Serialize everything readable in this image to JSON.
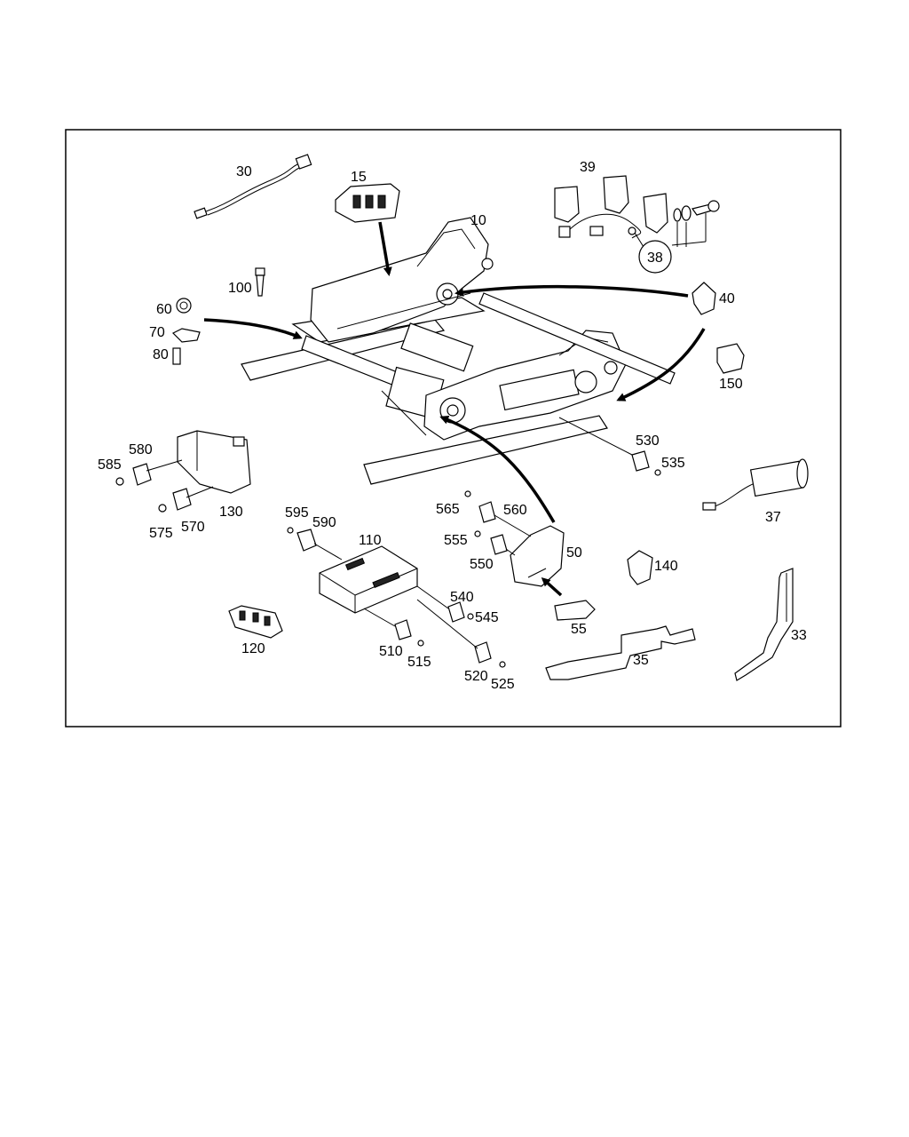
{
  "diagram": {
    "callouts": {
      "c10": "10",
      "c15": "15",
      "c30": "30",
      "c33": "33",
      "c35": "35",
      "c37": "37",
      "c38": "38",
      "c39": "39",
      "c40": "40",
      "c50": "50",
      "c55": "55",
      "c60": "60",
      "c70": "70",
      "c80": "80",
      "c100": "100",
      "c110": "110",
      "c120": "120",
      "c130": "130",
      "c140": "140",
      "c150": "150",
      "c510": "510",
      "c515": "515",
      "c520": "520",
      "c525": "525",
      "c530": "530",
      "c535": "535",
      "c540": "540",
      "c545": "545",
      "c550": "550",
      "c555": "555",
      "c560": "560",
      "c565": "565",
      "c570": "570",
      "c575": "575",
      "c580": "580",
      "c585": "585",
      "c590": "590",
      "c595": "595"
    },
    "colors": {
      "line": "#000000",
      "background": "#ffffff"
    }
  }
}
